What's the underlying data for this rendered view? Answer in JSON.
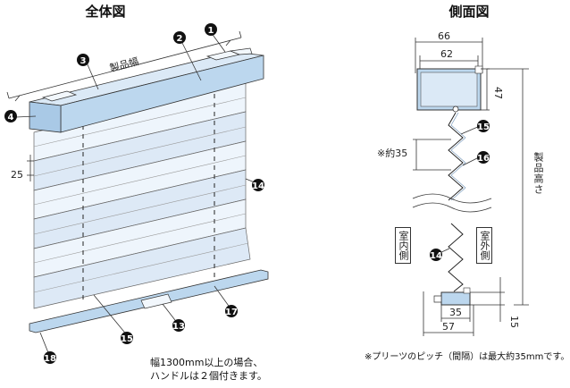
{
  "titles": {
    "overall": "全体図",
    "side": "側面図"
  },
  "overall_labels": {
    "product_width": "製品幅",
    "pitch": "25"
  },
  "side_labels": {
    "w66": "66",
    "w62": "62",
    "h47": "47",
    "pitch_note": "※約35",
    "product_height": "製品高さ",
    "indoor": "室内側",
    "outdoor": "室外側",
    "w35": "35",
    "w57": "57",
    "h15": "15"
  },
  "callouts": [
    "1",
    "2",
    "3",
    "4",
    "14",
    "15",
    "16",
    "13",
    "17",
    "18",
    "15",
    "14"
  ],
  "notes": {
    "handle_line1": "幅1300mm以上の場合、",
    "handle_line2": "ハンドルは２個付きます。",
    "pleat_note": "※プリーツのピッチ（間隔）は最大約35mmです。"
  },
  "colors": {
    "rail": "#bcd7ee",
    "fabric": "#e3effa",
    "line": "#333333"
  }
}
